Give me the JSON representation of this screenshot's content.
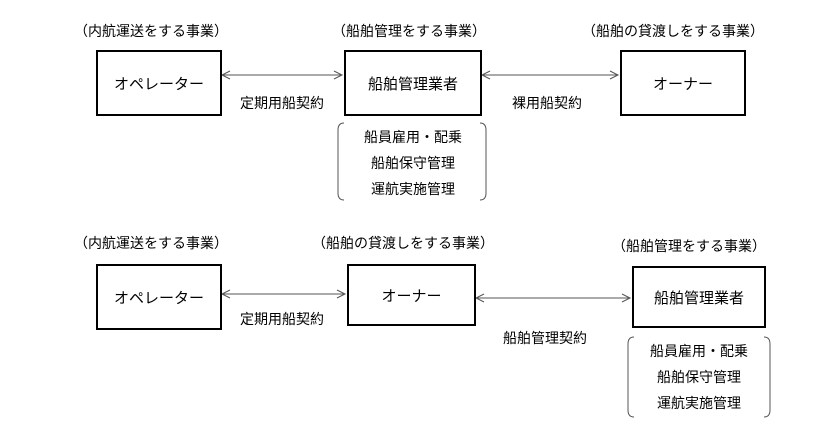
{
  "diagram1": {
    "operator": {
      "caption": "（内航運送をする事業）",
      "label": "オペレーター"
    },
    "manager": {
      "caption": "（船舶管理をする事業）",
      "label": "船舶管理業者"
    },
    "owner": {
      "caption": "（船舶の貸渡しをする事業）",
      "label": "オーナー"
    },
    "contract_left": "定期用船契約",
    "contract_right": "裸用船契約",
    "duties": [
      "船員雇用・配乗",
      "船舶保守管理",
      "運航実施管理"
    ]
  },
  "diagram2": {
    "operator": {
      "caption": "（内航運送をする事業）",
      "label": "オペレーター"
    },
    "owner": {
      "caption": "（船舶の貸渡しをする事業）",
      "label": "オーナー"
    },
    "manager": {
      "caption": "（船舶管理をする事業）",
      "label": "船舶管理業者"
    },
    "contract_left": "定期用船契約",
    "contract_right": "船舶管理契約",
    "duties": [
      "船員雇用・配乗",
      "船舶保守管理",
      "運航実施管理"
    ]
  }
}
